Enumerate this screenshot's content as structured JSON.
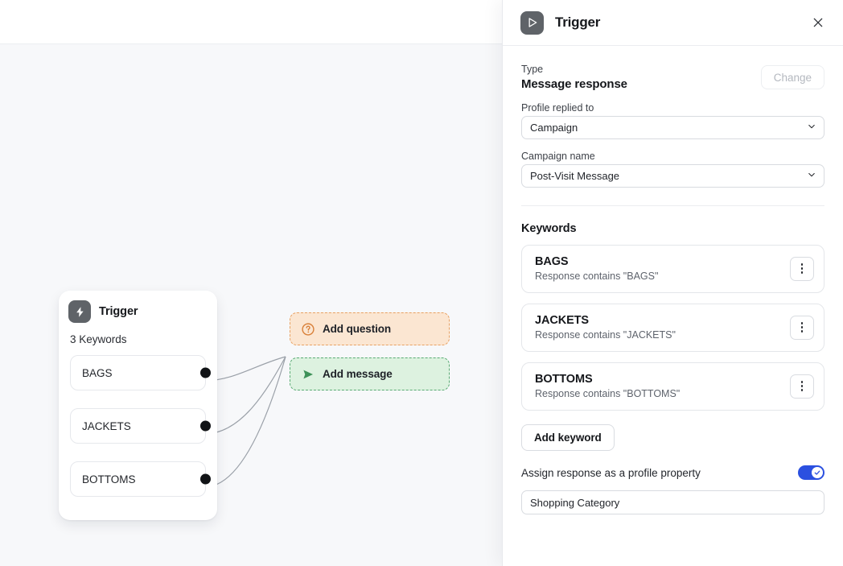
{
  "canvas": {
    "node": {
      "icon": "lightning-bolt-icon",
      "title": "Trigger",
      "subtitle": "3 Keywords",
      "keywords": [
        "BAGS",
        "JACKETS",
        "BOTTOMS"
      ]
    },
    "actions": [
      {
        "label": "Add question",
        "icon": "question-circle-icon",
        "bg": "#fbe6d2",
        "border": "#e8a162"
      },
      {
        "label": "Add message",
        "icon": "send-triangle-icon",
        "bg": "#ddf2e0",
        "border": "#5aab74"
      }
    ]
  },
  "panel": {
    "icon": "send-triangle-icon",
    "title": "Trigger",
    "close_icon": "close-icon",
    "type": {
      "label": "Type",
      "value": "Message response",
      "change_label": "Change"
    },
    "profile": {
      "label": "Profile replied to",
      "value": "Campaign"
    },
    "campaign": {
      "label": "Campaign name",
      "value": "Post-Visit Message"
    },
    "keywords_section": {
      "title": "Keywords",
      "items": [
        {
          "title": "BAGS",
          "subtitle": "Response contains \"BAGS\""
        },
        {
          "title": "JACKETS",
          "subtitle": "Response contains \"JACKETS\""
        },
        {
          "title": "BOTTOMS",
          "subtitle": "Response contains \"BOTTOMS\""
        }
      ],
      "add_label": "Add keyword"
    },
    "assign": {
      "label": "Assign response as a profile property",
      "enabled": true,
      "property_value": "Shopping Category",
      "accent": "#2b50e0"
    }
  }
}
